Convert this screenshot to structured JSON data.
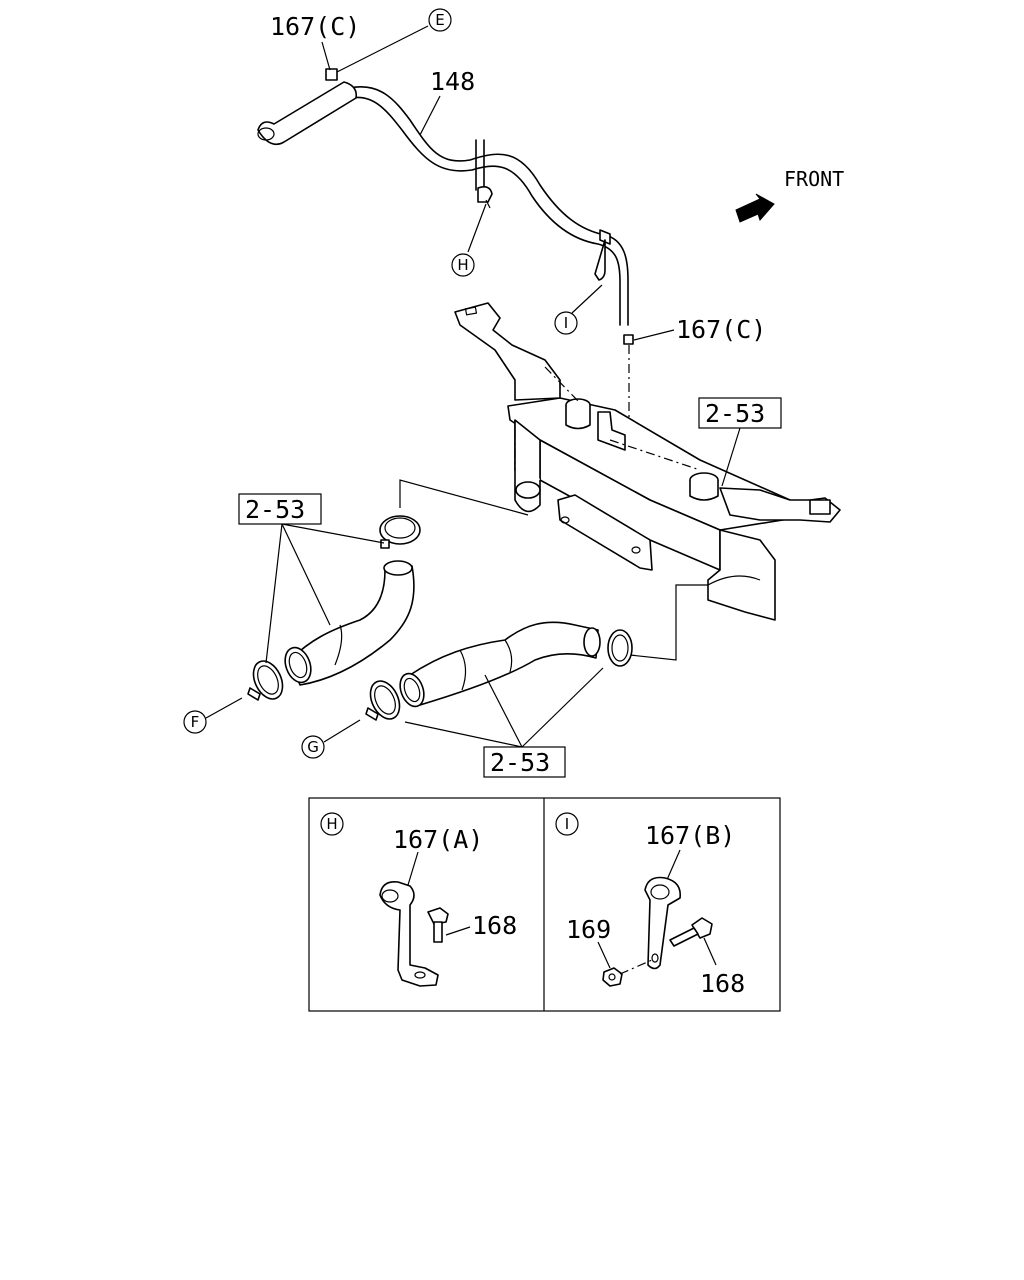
{
  "direction_label": "FRONT",
  "parts": {
    "pipe": "148",
    "clip_c_top": "167(C)",
    "clip_c_right": "167(C)",
    "ref_radiator": "2-53",
    "ref_upper_hose": "2-53",
    "ref_lower_hose": "2-53"
  },
  "view_markers": {
    "e": "E",
    "f": "F",
    "g": "G",
    "h": "H",
    "i": "I"
  },
  "detail_h": {
    "marker": "H",
    "clip": "167(A)",
    "bolt": "168"
  },
  "detail_i": {
    "marker": "I",
    "clip": "167(B)",
    "nut": "169",
    "bolt": "168"
  }
}
